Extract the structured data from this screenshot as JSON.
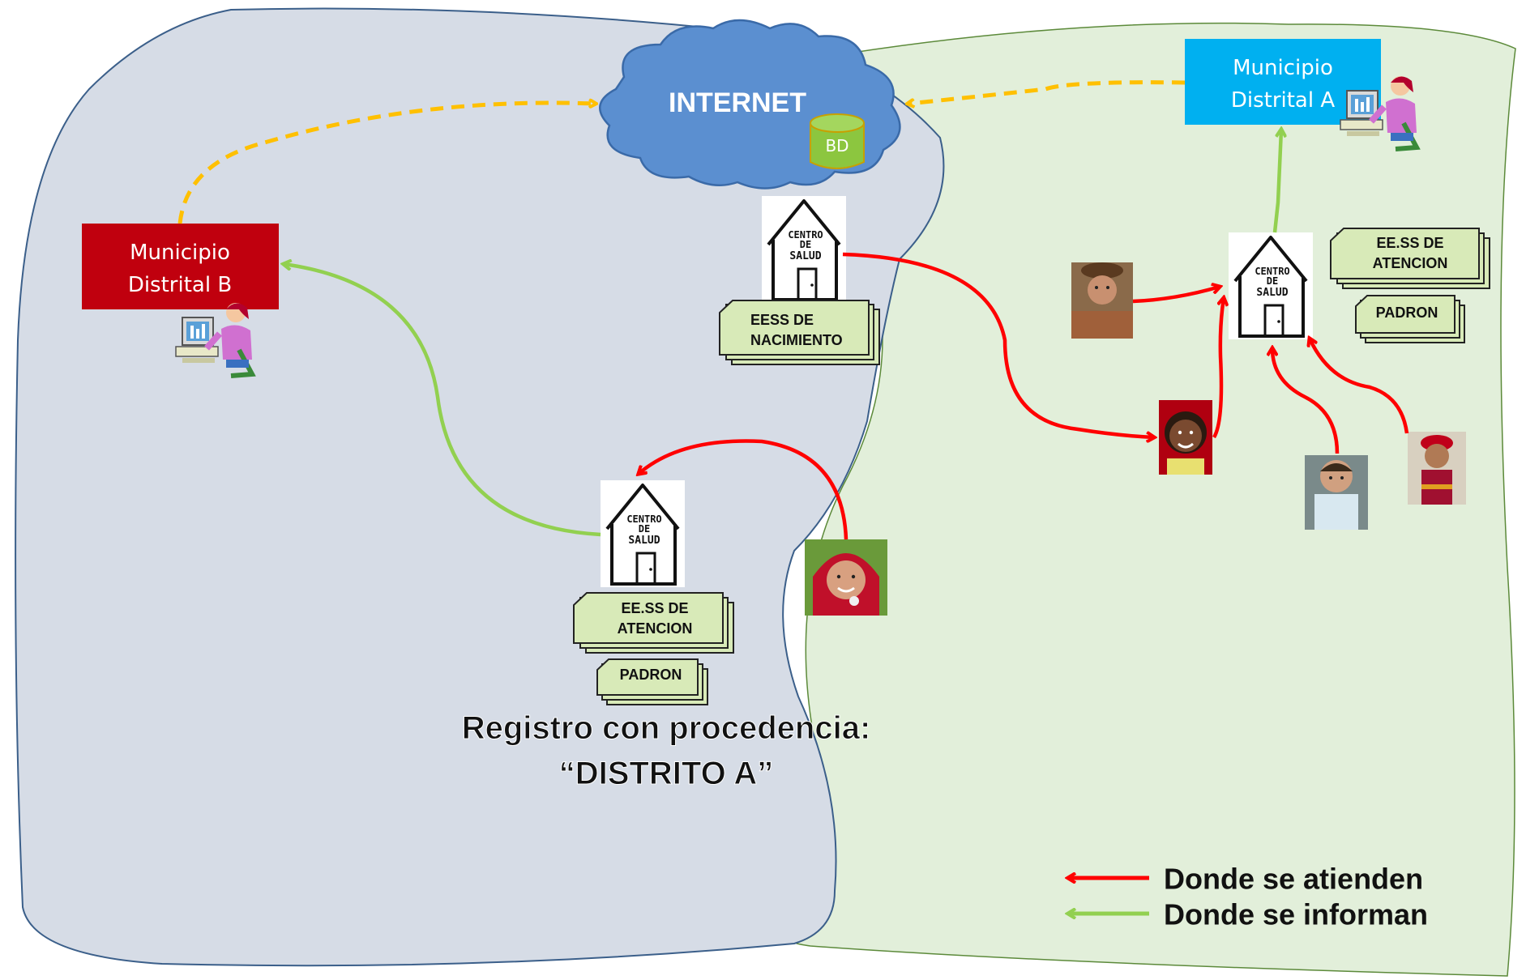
{
  "cloud": {
    "label": "INTERNET",
    "db_label": "BD",
    "color": "#5b8fd0"
  },
  "municipio_b": {
    "line1": "Municipio",
    "line2": "Distrital B",
    "color": "#c0000e"
  },
  "municipio_a": {
    "line1": "Municipio",
    "line2": "Distrital A",
    "color": "#00b0f0"
  },
  "house": {
    "line1": "CENTRO",
    "line2": "DE",
    "line3": "SALUD"
  },
  "docs": {
    "nacimiento": {
      "line1": "EESS DE",
      "line2": "NACIMIENTO"
    },
    "atencion_b": {
      "line1": "EE.SS DE",
      "line2": "ATENCION"
    },
    "padron_b": {
      "line1": "PADRON"
    },
    "atencion_a": {
      "line1": "EE.SS DE",
      "line2": "ATENCION"
    },
    "padron_a": {
      "line1": "PADRON"
    }
  },
  "caption": {
    "line1": "Registro con procedencia:",
    "line2": "“DISTRITO A”"
  },
  "legend": {
    "red": {
      "label": "Donde se atienden",
      "color": "#ff0000"
    },
    "green": {
      "label": "Donde se informan",
      "color": "#92d050"
    }
  },
  "regions": {
    "b_color": "#d6dce6",
    "a_color": "#e2efda"
  },
  "arrow_colors": {
    "internet": "#ffc000"
  }
}
